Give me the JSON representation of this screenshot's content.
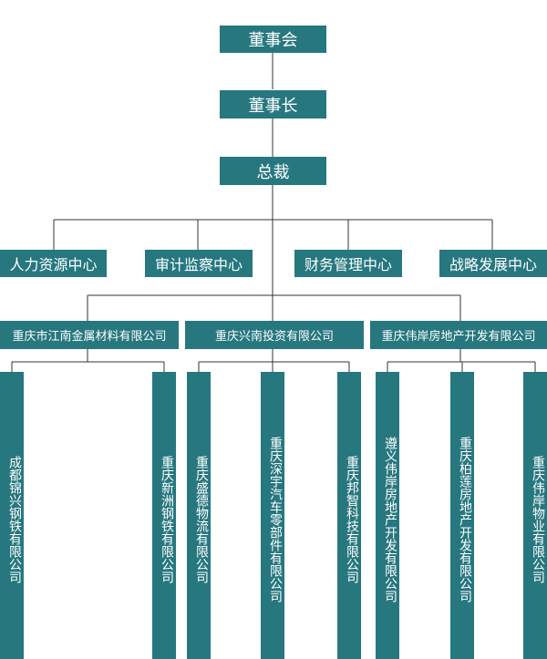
{
  "colors": {
    "box": "#27777f",
    "text": "#ffffff",
    "line": "#333333"
  },
  "board": "董事会",
  "chairman": "董事长",
  "president": "总裁",
  "centers": [
    "人力资源中心",
    "审计监察中心",
    "财务管理中心",
    "战略发展中心"
  ],
  "companies": [
    {
      "name": "重庆市江南金属材料有限公司",
      "subsidiaries": [
        "成都锦兴钢铁有限公司",
        "重庆新洲钢铁有限公司"
      ]
    },
    {
      "name": "重庆兴南投资有限公司",
      "subsidiaries": [
        "重庆盛德物流有限公司",
        "重庆深宇汽车零部件有限公司",
        "重庆邦智科技有限公司"
      ]
    },
    {
      "name": "重庆伟岸房地产开发有限公司",
      "subsidiaries": [
        "遵义伟岸房地产开发有限公司",
        "重庆柏莲房地产开发有限公司",
        "重庆伟岸物业有限公司"
      ]
    }
  ]
}
